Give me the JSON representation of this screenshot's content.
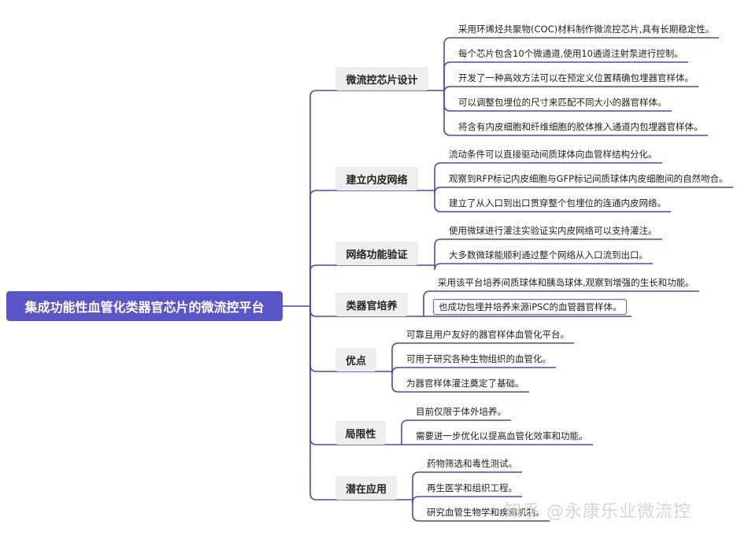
{
  "root": {
    "title": "集成功能性血管化类器官芯片的微流控平台"
  },
  "categories": [
    {
      "label": "微流控芯片设计",
      "items": [
        "采用环烯烃共聚物(COC)材料制作微流控芯片,具有长期稳定性。",
        "每个芯片包含10个微通道,使用10通道注射泵进行控制。",
        "开发了一种高效方法可以在预定义位置精确包埋器官样体。",
        "可以调整包埋位的尺寸来匹配不同大小的器官样体。",
        "将含有内皮细胞和纤维细胞的胶体推入通道内包埋器官样体。"
      ]
    },
    {
      "label": "建立内皮网络",
      "items": [
        "流动条件可以直接驱动间质球体向血管样结构分化。",
        "观察到RFP标记内皮细胞与GFP标记间质球体内皮细胞间的自然吻合。",
        "建立了从入口到出口贯穿整个包埋位的连通内皮网络。"
      ]
    },
    {
      "label": "网络功能验证",
      "items": [
        "使用微球进行灌注实验证实内皮网络可以支持灌注。",
        "大多数微球能顺利通过整个网络从入口流到出口。"
      ]
    },
    {
      "label": "类器官培养",
      "items": [
        "采用该平台培养间质球体和胰岛球体,观察到增强的生长和功能。",
        "也成功包埋并培养来源iPSC的血管器官样体。"
      ]
    },
    {
      "label": "优点",
      "items": [
        "可靠且用户友好的器官样体血管化平台。",
        "可用于研究各种生物组织的血管化。",
        "为器官样体灌注奠定了基础。"
      ]
    },
    {
      "label": "局限性",
      "items": [
        "目前仅限于体外培养。",
        "需要进一步优化以提高血管化效率和功能。"
      ]
    },
    {
      "label": "潜在应用",
      "items": [
        "药物筛选和毒性测试。",
        "再生医学和组织工程。",
        "研究血管生物学和疾病机制。"
      ]
    }
  ],
  "watermark": "知乎 @永康乐业微流控",
  "colors": {
    "root_fill": "#5a55c8",
    "connector": "#4b47b8",
    "category_fill": "#eeeeee"
  }
}
